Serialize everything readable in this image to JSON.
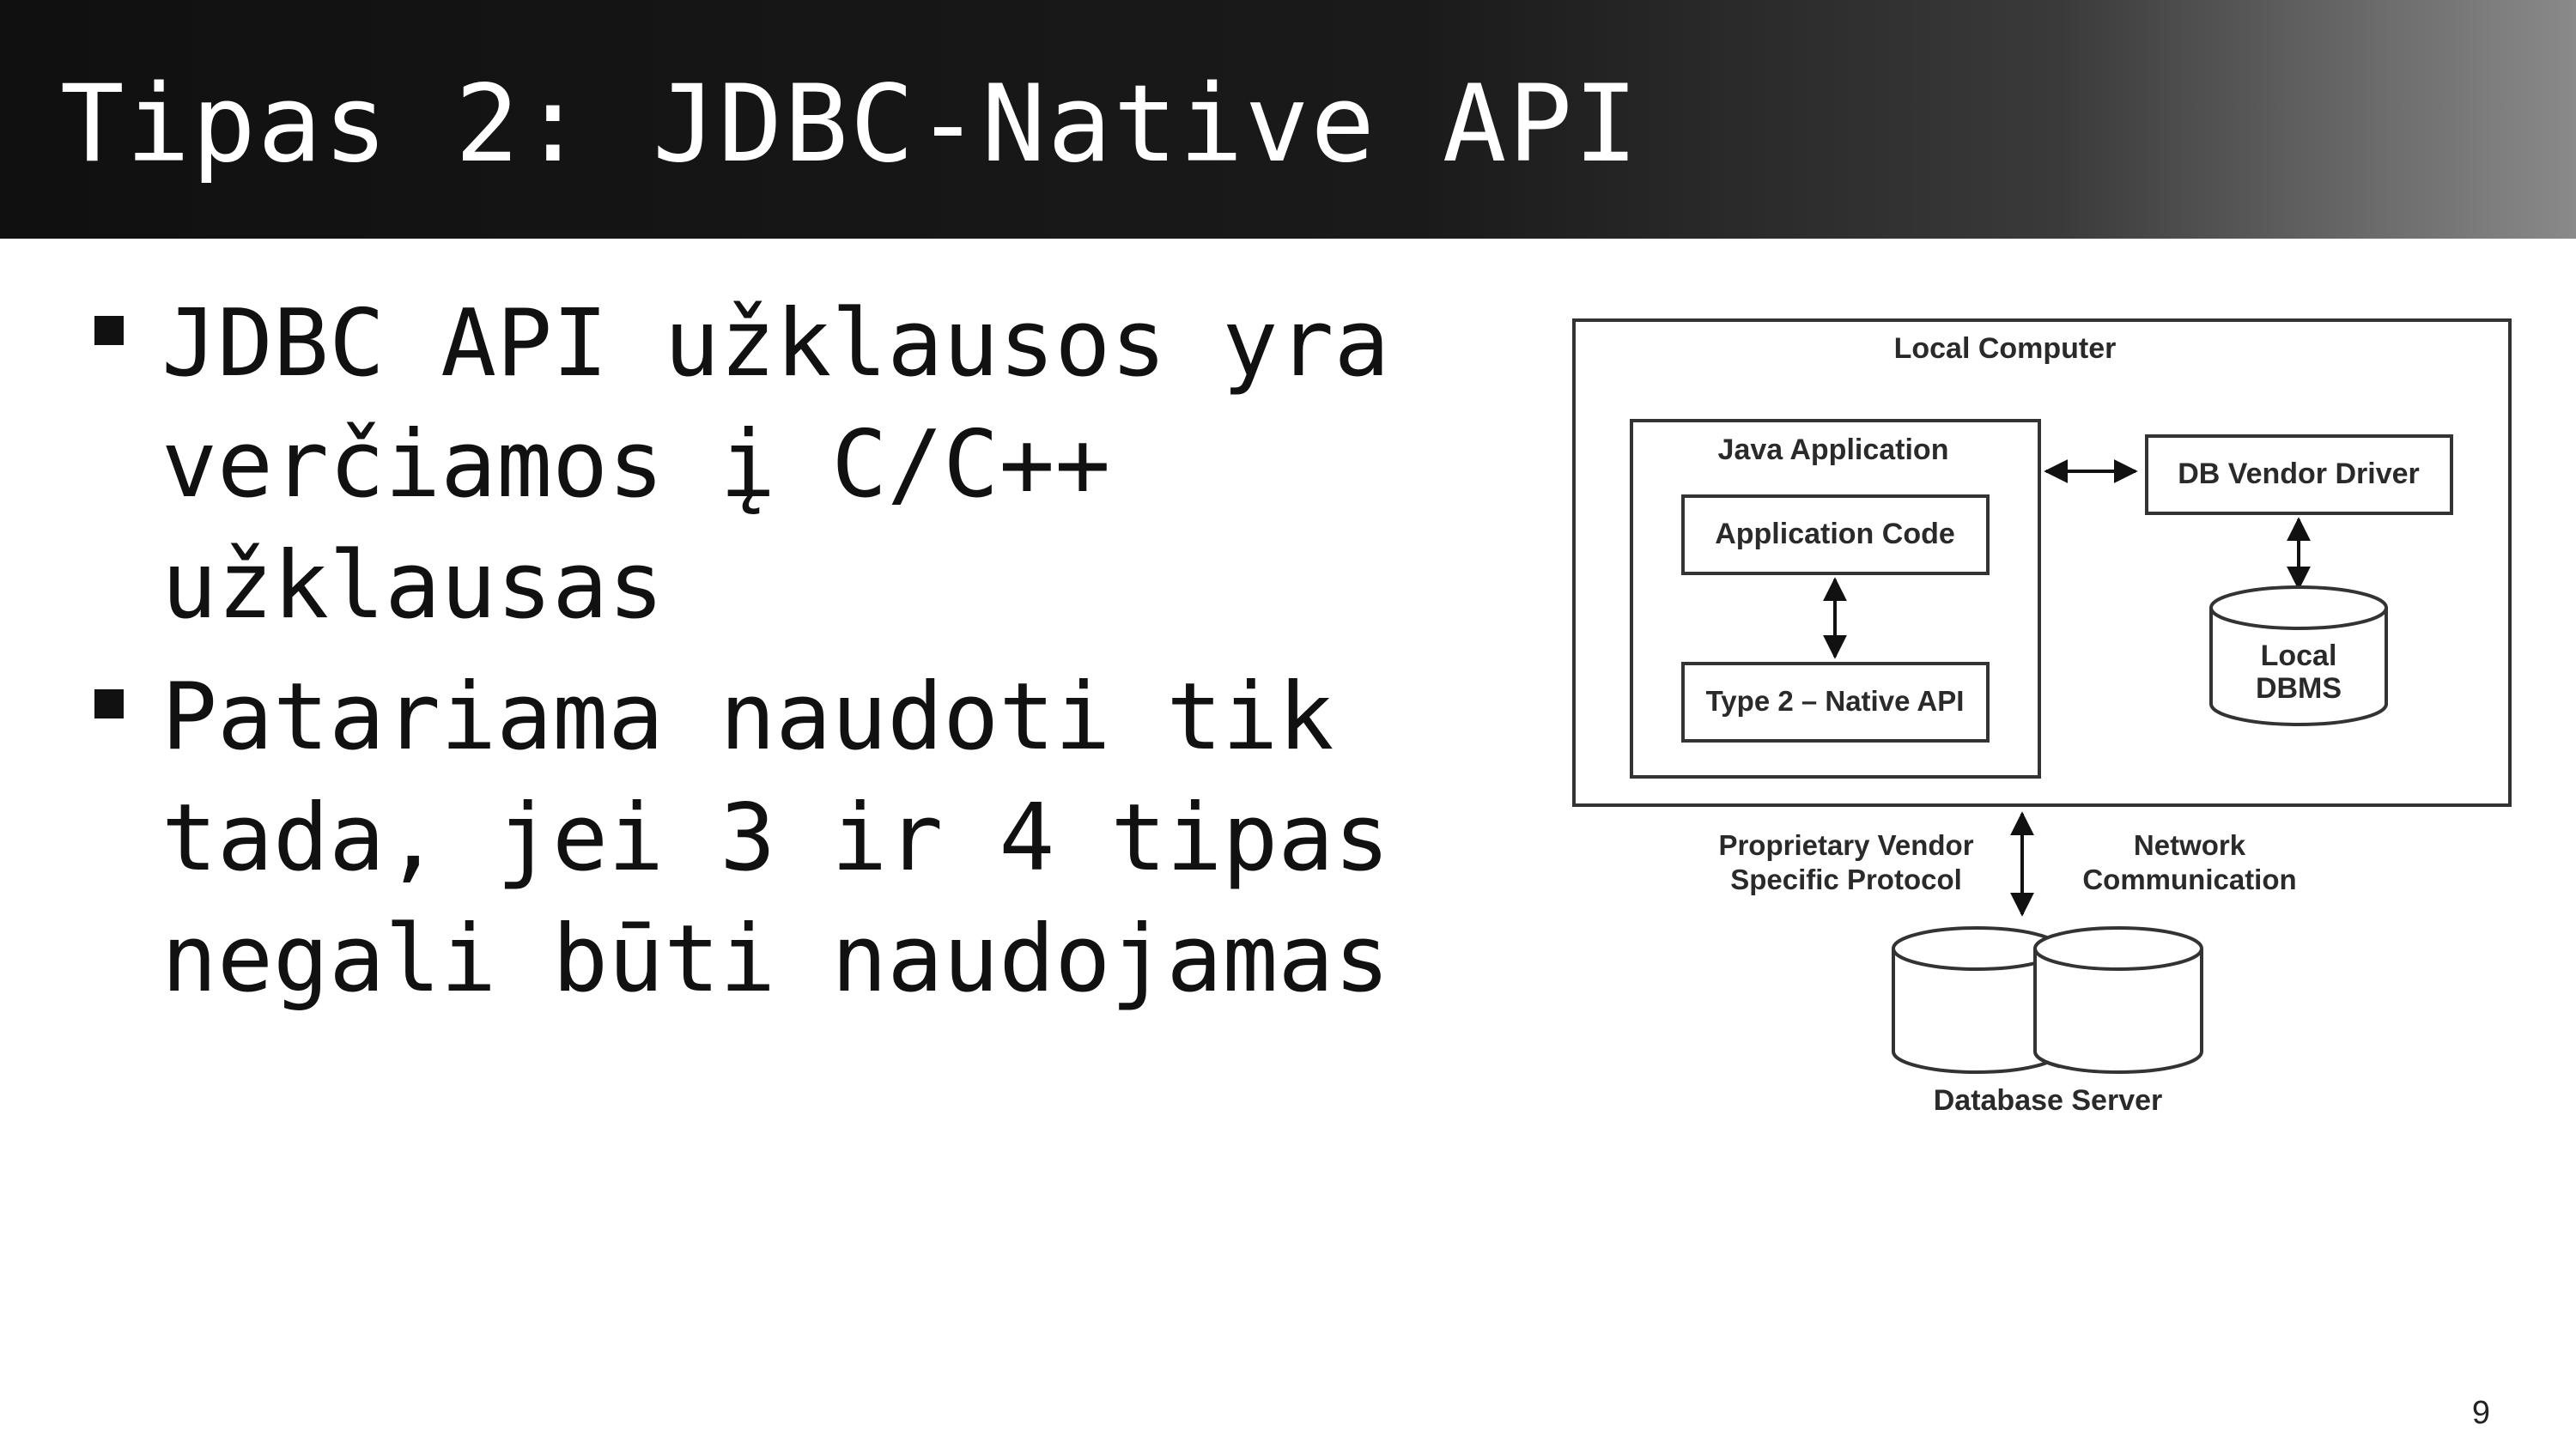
{
  "title": "Tipas 2: JDBC-Native API",
  "bullets": [
    {
      "lines": [
        "JDBC API užklausos yra",
        "verčiamos į C/C++",
        "užklausas"
      ]
    },
    {
      "lines": [
        "Patariama naudoti tik",
        "tada, jei 3 ir 4 tipas",
        "negali būti naudojamas"
      ]
    }
  ],
  "diagram": {
    "local_computer": "Local Computer",
    "java_application": "Java Application",
    "application_code": "Application Code",
    "type2_native_api": "Type 2 – Native API",
    "db_vendor_driver": "DB Vendor Driver",
    "local_dbms_line1": "Local",
    "local_dbms_line2": "DBMS",
    "protocol_line1": "Proprietary Vendor",
    "protocol_line2": "Specific  Protocol",
    "network_line1": "Network",
    "network_line2": "Communication",
    "database_server": "Database Server"
  },
  "page_number": "9"
}
